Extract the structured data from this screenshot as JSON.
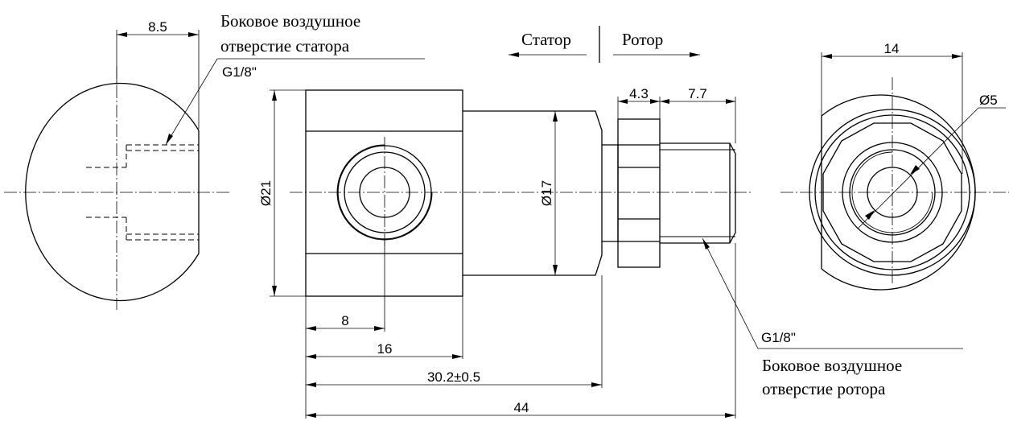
{
  "labels": {
    "stator_side_hole": [
      "Боковое воздушное",
      "отверстие статора"
    ],
    "rotor_side_hole": [
      "Боковое воздушное",
      "отверстие ротора"
    ],
    "stator": "Статор",
    "rotor": "Ротор",
    "thread_stator": "G1/8\"",
    "thread_rotor": "G1/8\""
  },
  "dimensions": {
    "d_8_5": "8.5",
    "d_4_3": "4.3",
    "d_7_7": "7.7",
    "d_14": "14",
    "dia_5": "Ø5",
    "dia_21": "Ø21",
    "dia_17": "Ø17",
    "d_8": "8",
    "d_16": "16",
    "d_30_2": "30.2±0.5",
    "d_44": "44"
  }
}
